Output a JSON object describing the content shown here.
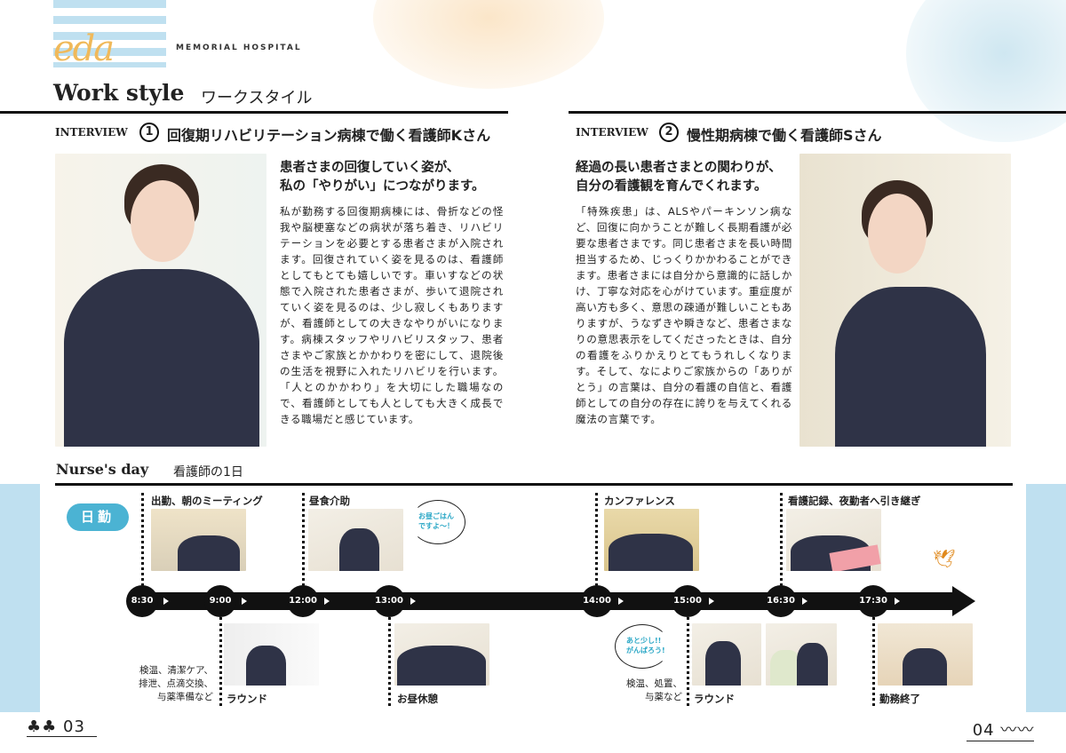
{
  "logo": {
    "script": "eda",
    "subtitle": "MEMORIAL HOSPITAL"
  },
  "header": {
    "title": "Work style",
    "title_jp": "ワークスタイル"
  },
  "interviews": [
    {
      "label": "INTERVIEW",
      "number": "1",
      "title": "回復期リハビリテーション病棟で働く看護師Kさん",
      "lead": [
        "患者さまの回復していく姿が、",
        "私の「やりがい」につながります。"
      ],
      "body": "私が勤務する回復期病棟には、骨折などの怪我や脳梗塞などの病状が落ち着き、リハビリテーションを必要とする患者さまが入院されます。回復されていく姿を見るのは、看護師としてもとても嬉しいです。車いすなどの状態で入院された患者さまが、歩いて退院されていく姿を見るのは、少し寂しくもありますが、看護師としての大きなやりがいになります。病棟スタッフやリハビリスタッフ、患者さまやご家族とかかわりを密にして、退院後の生活を視野に入れたリハビリを行います。「人とのかかわり」を大切にした職場なので、看護師としても人としても大きく成長できる職場だと感じています。"
    },
    {
      "label": "INTERVIEW",
      "number": "2",
      "title": "慢性期病棟で働く看護師Sさん",
      "lead": [
        "経過の長い患者さまとの関わりが、",
        "自分の看護観を育んでくれます。"
      ],
      "body": "「特殊疾患」は、ALSやパーキンソン病など、回復に向かうことが難しく長期看護が必要な患者さまです。同じ患者さまを長い時間担当するため、じっくりかかわることができます。患者さまには自分から意識的に話しかけ、丁寧な対応を心がけています。重症度が高い方も多く、意思の疎通が難しいこともありますが、うなずきや瞬きなど、患者さまなりの意思表示をしてくださったときは、自分の看護をふりかえりとてもうれしくなります。そして、なによりご家族からの「ありがとう」の言葉は、自分の看護の自信と、看護師としての自分の存在に誇りを与えてくれる魔法の言葉です。"
    }
  ],
  "nurses_day": {
    "title": "Nurse's day",
    "title_jp": "看護師の1日",
    "shift": "日勤",
    "times": [
      "8:30",
      "9:00",
      "12:00",
      "13:00",
      "14:00",
      "15:00",
      "16:30",
      "17:30"
    ],
    "events": {
      "t0830": "出勤、朝のミーティング",
      "t0900": "ラウンド",
      "t0900_note": [
        "検温、清潔ケア、",
        "排泄、点滴交換、",
        "与薬準備など"
      ],
      "t1200": "昼食介助",
      "t1200_bubble": [
        "お昼ごはん",
        "ですよ〜！"
      ],
      "t1300": "お昼休憩",
      "t1400": "カンファレンス",
      "t1400_bubble": [
        "あと少し!!",
        "がんばろう!"
      ],
      "t1500": "ラウンド",
      "t1500_note": [
        "検温、処置、",
        "与薬など"
      ],
      "t1630": "看護記録、夜勤者へ引き継ぎ",
      "t1730": "勤務終了"
    }
  },
  "pages": {
    "left": "03",
    "right": "04"
  },
  "colors": {
    "accent_blue": "#4bb3d3",
    "band_blue": "#bfe0f0",
    "logo_orange": "#f0b95a",
    "bird_orange": "#e08a1e"
  }
}
